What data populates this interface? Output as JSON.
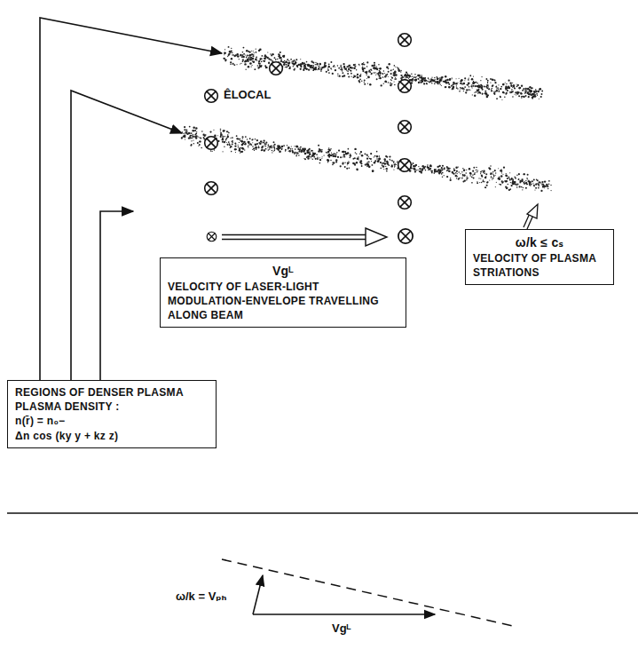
{
  "diagram": {
    "nodes": [
      {
        "text": [
          "REGIONS OF DENSER PLASMA",
          "PLASMA DENSITY :",
          "n(r̄) = n₀−",
          "Δn cos (ky y + kz z)"
        ]
      },
      {
        "text": [
          "Vgᴸ",
          "VELOCITY OF LASER-LIGHT MODULATION-ENVELOPE TRAVELLING ALONG BEAM"
        ]
      },
      {
        "text": [
          "ω/k ≤ cₛ",
          "VELOCITY OF PLASMA STRIATIONS"
        ]
      }
    ],
    "labels": [
      "ÊLOCAL",
      "ω/k = Vₚₕ",
      "Vgᴸ"
    ]
  }
}
